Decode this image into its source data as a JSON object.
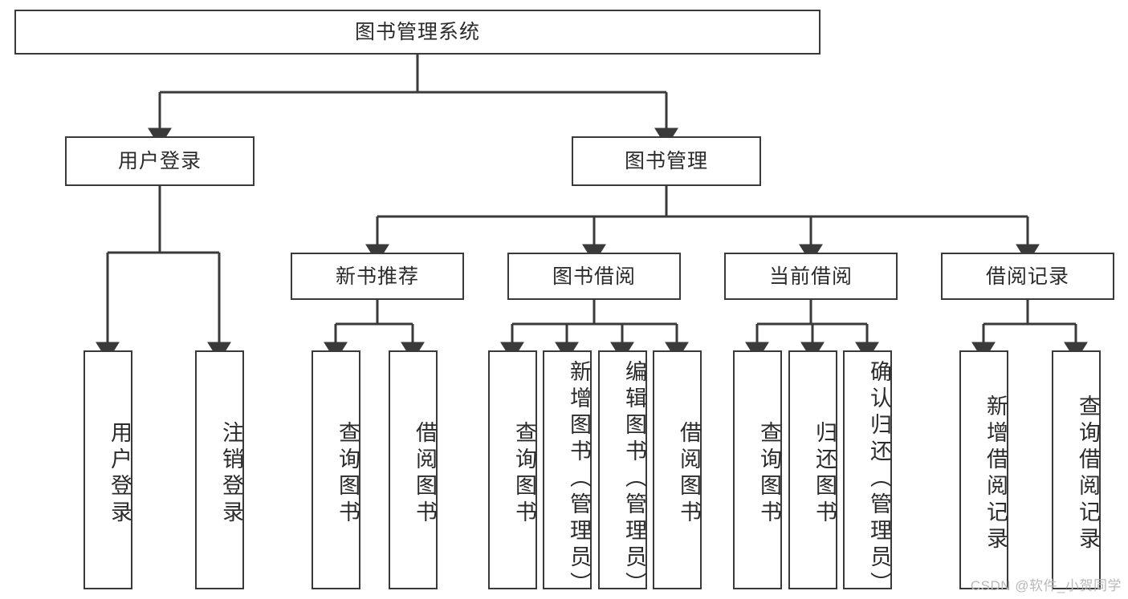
{
  "diagram": {
    "title": "图书管理系统",
    "type": "tree",
    "root": {
      "label": "图书管理系统"
    },
    "level1": [
      {
        "label": "用户登录"
      },
      {
        "label": "图书管理"
      }
    ],
    "level2": [
      {
        "label": "新书推荐"
      },
      {
        "label": "图书借阅"
      },
      {
        "label": "当前借阅"
      },
      {
        "label": "借阅记录"
      }
    ],
    "leaves": {
      "user_login": [
        {
          "label": "用户登录"
        },
        {
          "label": "注销登录"
        }
      ],
      "new_book_recommend": [
        {
          "label": "查询图书"
        },
        {
          "label": "借阅图书"
        }
      ],
      "book_borrow": [
        {
          "label": "查询图书"
        },
        {
          "label": "新增图书（管理员）"
        },
        {
          "label": "编辑图书（管理员）"
        },
        {
          "label": "借阅图书"
        }
      ],
      "current_borrow": [
        {
          "label": "查询图书"
        },
        {
          "label": "归还图书"
        },
        {
          "label": "确认归还（管理员）"
        }
      ],
      "borrow_record": [
        {
          "label": "新增借阅记录"
        },
        {
          "label": "查询借阅记录"
        }
      ]
    }
  },
  "watermark": {
    "text": "CSDN @软件_小贺同学"
  },
  "colors": {
    "stroke": "#3a3a3a",
    "text": "#2b2b2b",
    "background": "#ffffff",
    "watermark": "#b9b9b9"
  }
}
